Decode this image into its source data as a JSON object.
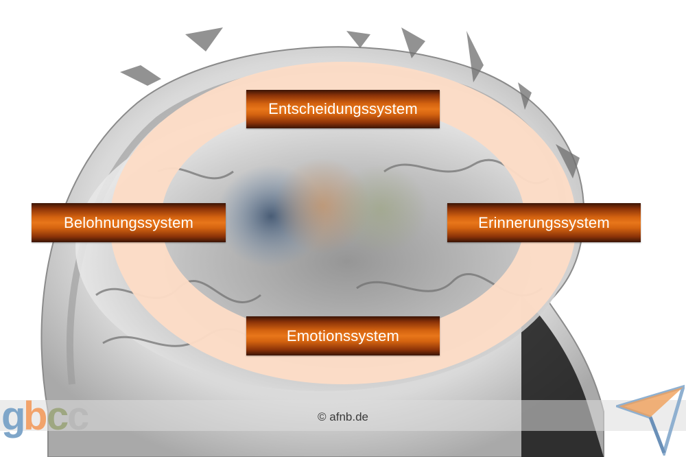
{
  "diagram": {
    "nodes": {
      "top": "Entscheidungssystem",
      "left": "Belohnungssystem",
      "right": "Erinnerungssystem",
      "bottom": "Emotionssystem"
    },
    "ring_color": "#fcdcc6",
    "box_color": "#e8761a"
  },
  "footer": {
    "copyright": "© afnb.de"
  },
  "logos": {
    "left_logo_letters": "gbcc",
    "left_logo_colors": [
      "#7fa6c9",
      "#f2a36b",
      "#9aa47a",
      "#b8b8b8"
    ],
    "right_logo_colors": [
      "#f0a05a",
      "#8fb0d0"
    ]
  }
}
